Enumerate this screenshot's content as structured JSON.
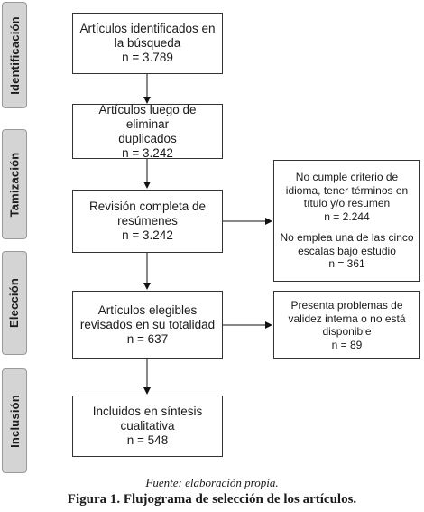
{
  "stages": [
    {
      "id": "identificacion",
      "label": "Identificación"
    },
    {
      "id": "tamizacion",
      "label": "Tamización"
    },
    {
      "id": "eleccion",
      "label": "Elección"
    },
    {
      "id": "inclusion",
      "label": "Inclusión"
    }
  ],
  "boxes": {
    "identificados": {
      "l1": "Artículos identificados en",
      "l2": "la búsqueda",
      "l3": "n = 3.789"
    },
    "duplicados": {
      "l1": "Artículos luego de eliminar",
      "l2": "duplicados",
      "l3": "n = 3.242"
    },
    "revision": {
      "l1": "Revisión completa de",
      "l2": "resúmenes",
      "l3": "n = 3.242"
    },
    "elegibles": {
      "l1": "Artículos elegibles",
      "l2": "revisados en su totalidad",
      "l3": "n = 637"
    },
    "incluidos": {
      "l1": "Incluidos en síntesis",
      "l2": "cualitativa",
      "l3": "n = 548"
    }
  },
  "exclusions": {
    "criterio": {
      "l1": "No cumple criterio de",
      "l2": "idioma, tener términos en",
      "l3": "título y/o resumen",
      "l4": "n = 2.244"
    },
    "escalas": {
      "l1": "No emplea una de las cinco",
      "l2": "escalas bajo estudio",
      "l3": "n = 361"
    },
    "validez": {
      "l1": "Presenta problemas de",
      "l2": "validez interna o no está",
      "l3": "disponible",
      "l4": "n = 89"
    }
  },
  "caption": {
    "source": "Fuente: elaboración propia.",
    "figure": "Figura 1. Flujograma de selección de los artículos."
  }
}
